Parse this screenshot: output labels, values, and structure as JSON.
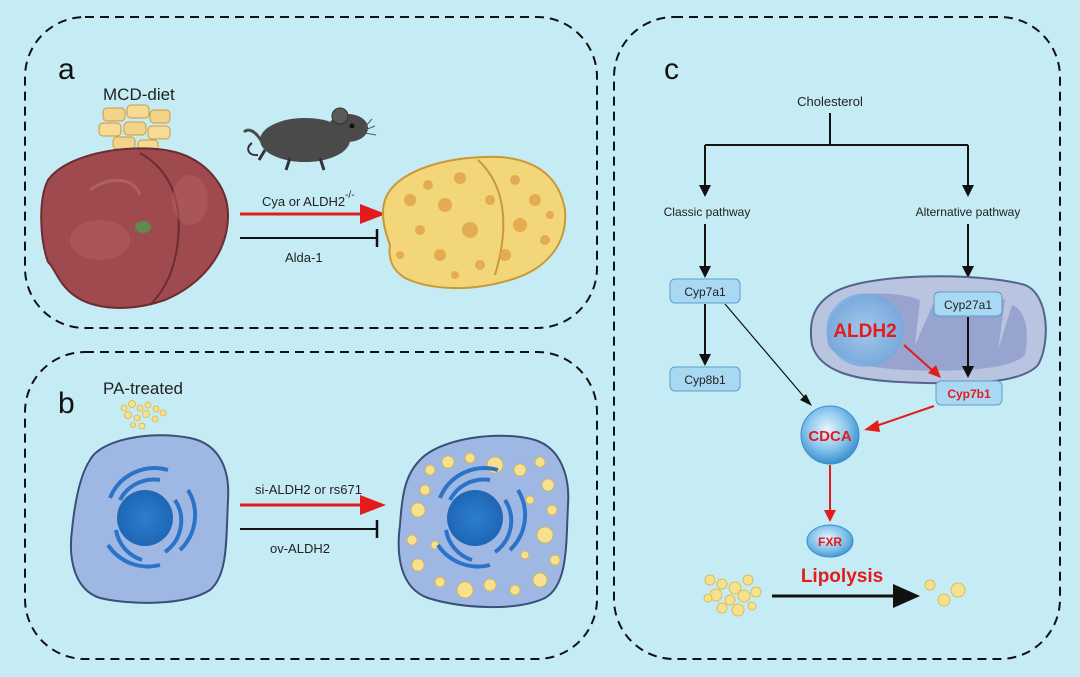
{
  "panels": {
    "a": {
      "letter": "a",
      "condition": "MCD-diet",
      "promote_label": "Cya or ALDH2",
      "promote_superscript": "-/-",
      "inhibit_label": "Alda-1",
      "icons": [
        "food-pellets-icon",
        "mouse-icon",
        "liver-icon",
        "fatty-liver-icon"
      ]
    },
    "b": {
      "letter": "b",
      "condition": "PA-treated",
      "promote_label": "si-ALDH2 or rs671",
      "inhibit_label": "ov-ALDH2",
      "icons": [
        "fat-droplets-icon",
        "cell-icon",
        "lipid-laden-cell-icon"
      ]
    },
    "c": {
      "letter": "c",
      "top_node": "Cholesterol",
      "classic_label": "Classic pathway",
      "alternative_label": "Alternative pathway",
      "cyp7a1": "Cyp7a1",
      "cyp8b1": "Cyp8b1",
      "cyp27a1": "Cyp27a1",
      "aldh2": "ALDH2",
      "cyp7b1": "Cyp7b1",
      "cdca": "CDCA",
      "fxr": "FXR",
      "lipolysis": "Lipolysis",
      "icons": [
        "mitochondrion-icon",
        "fat-droplets-icon"
      ]
    }
  },
  "colors": {
    "background": "#c5ecf4",
    "inhibit_arrow": "#e31b1b",
    "activate_arrow": "#111111",
    "node_fill": "#a9d8f2",
    "highlight_text": "#e31b1b"
  }
}
